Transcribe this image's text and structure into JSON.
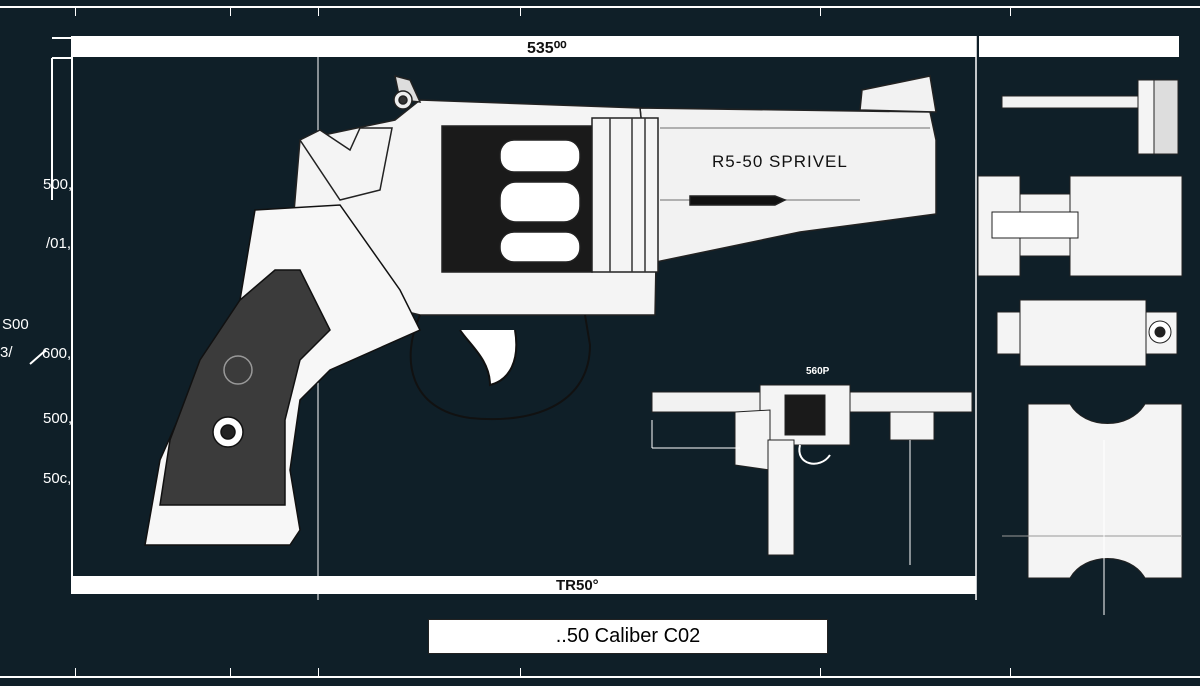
{
  "top_dimension": "535⁰⁰",
  "bottom_dimension": "TR50°",
  "caption": "..50 Caliber C02",
  "engraving": "R5-50 SPRIVEL",
  "inset_label": "560P",
  "side_labels": [
    "500,",
    "/01,",
    "S00",
    "600,",
    "500,",
    "50c,"
  ],
  "side_label_alt": "3/",
  "colors": {
    "background": "#0f1f28",
    "line": "#ffffff",
    "grip": "#3b3b3b",
    "cylinder": "#1a1a1a"
  }
}
